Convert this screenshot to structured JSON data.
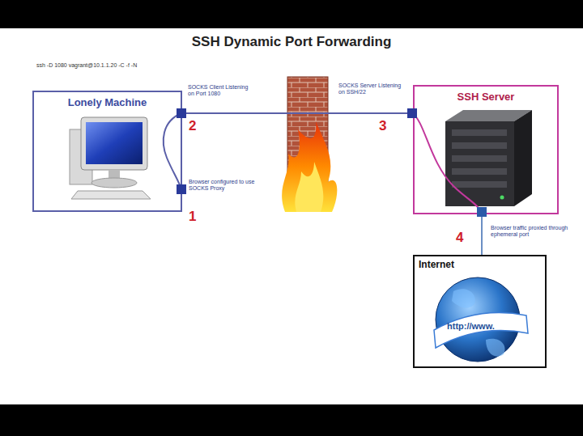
{
  "diagram": {
    "title": "SSH Dynamic Port Forwarding",
    "nodes": [
      {
        "text": [
          "Lonely Machine"
        ]
      },
      {
        "text": [
          "SSH Server"
        ]
      },
      {
        "text": [
          "Internet"
        ]
      }
    ],
    "edges": [
      {
        "from": 0,
        "to": 1,
        "arrow": "none"
      },
      {
        "from": 1,
        "to": 2,
        "arrow": "none"
      }
    ],
    "labels": [
      "ssh -D 1080 vagrant@10.1.1.20 -C -f -N",
      "SOCKS Client Listening on Port 1080",
      "2",
      "Browser configured to use SOCKS Proxy",
      "1",
      "SOCKS Server Listening on SSH/22",
      "3",
      "Browser traffic proxied through ephemeral port",
      "4",
      "http://www."
    ]
  }
}
